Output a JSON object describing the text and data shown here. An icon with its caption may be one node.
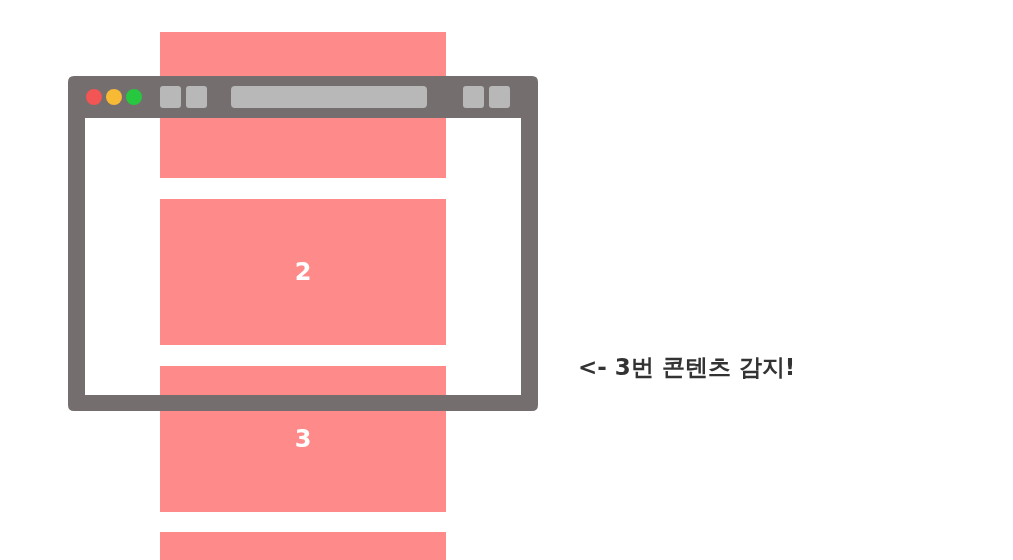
{
  "diagram": {
    "nodes": [
      {
        "text": [],
        "shape": "box"
      },
      {
        "text": [
          "2"
        ]
      },
      {
        "text": [
          "3"
        ]
      },
      {
        "text": [],
        "shape": "box"
      }
    ],
    "labels": [
      "<- 3번 콘텐츠 감지!"
    ]
  }
}
